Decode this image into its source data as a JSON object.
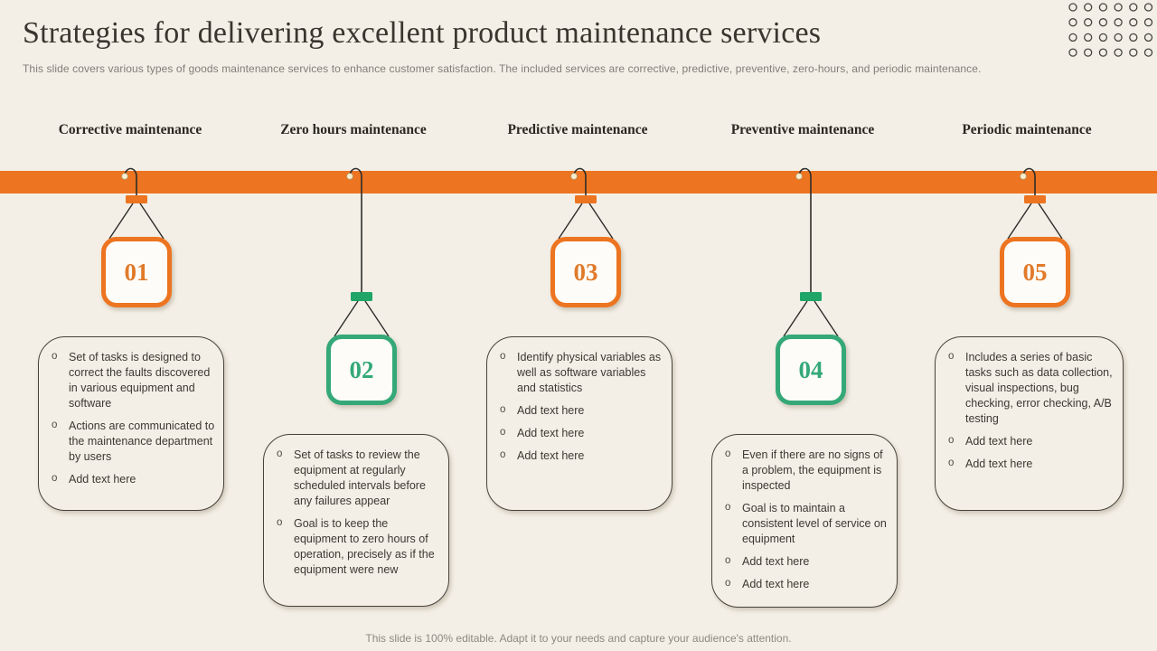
{
  "slide": {
    "title": "Strategies for delivering excellent product maintenance services",
    "subtitle": "This slide covers various types of goods maintenance services to enhance customer satisfaction. The included services are corrective, predictive, preventive, zero-hours, and periodic maintenance.",
    "footer": "This slide is 100% editable. Adapt it to your needs and capture your audience's attention."
  },
  "colors": {
    "background": "#F3EFE6",
    "band_orange": "#ED7420",
    "accent_green": "#35A878",
    "box_border": "#46433C",
    "body_text": "#3B3933",
    "muted_text": "#8B8982"
  },
  "columns": [
    {
      "header": "Corrective maintenance",
      "number": "01",
      "accent": "#ED7420",
      "bullets": [
        "Set of tasks is designed to correct the faults discovered in various equipment and software",
        "Actions are communicated to the maintenance department by users",
        "Add text here"
      ]
    },
    {
      "header": "Zero hours maintenance",
      "number": "02",
      "accent": "#35A878",
      "bullets": [
        "Set of tasks to review the equipment at regularly scheduled intervals before any failures appear",
        "Goal is to keep the equipment to zero hours of operation, precisely as if the equipment were new"
      ]
    },
    {
      "header": "Predictive maintenance",
      "number": "03",
      "accent": "#ED7420",
      "bullets": [
        "Identify physical variables as well as software variables and statistics",
        "Add text here",
        "Add text here",
        "Add text here"
      ]
    },
    {
      "header": "Preventive maintenance",
      "number": "04",
      "accent": "#35A878",
      "bullets": [
        "Even if there are no signs of a problem, the equipment is inspected",
        "Goal is to maintain a consistent level of service on equipment",
        "Add text here",
        "Add text here"
      ]
    },
    {
      "header": "Periodic maintenance",
      "number": "05",
      "accent": "#ED7420",
      "bullets": [
        "Includes a series of basic tasks such as data collection, visual inspections, bug checking, error checking, A/B testing",
        "Add text here",
        "Add text here"
      ]
    }
  ]
}
